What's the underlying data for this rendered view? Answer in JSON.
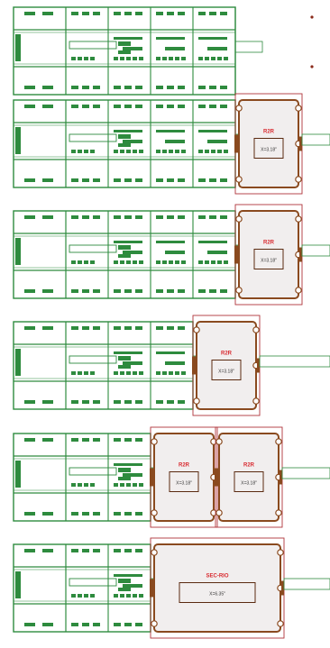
{
  "rows": [
    {
      "id": 1,
      "modules": 4,
      "extensions": []
    },
    {
      "id": 2,
      "modules": 4,
      "extensions": [
        {
          "type": "R2R",
          "label": "R2R",
          "dim": "X=3.18\""
        }
      ]
    },
    {
      "id": 3,
      "modules": 4,
      "extensions": [
        {
          "type": "R2R",
          "label": "R2R",
          "dim": "X=3.18\""
        }
      ]
    },
    {
      "id": 4,
      "modules": 3,
      "extensions": [
        {
          "type": "R2R",
          "label": "R2R",
          "dim": "X=3.18\""
        }
      ]
    },
    {
      "id": 5,
      "modules": 2,
      "extensions": [
        {
          "type": "R2R",
          "label": "R2R",
          "dim": "X=3.18\""
        },
        {
          "type": "R2R",
          "label": "R2R",
          "dim": "X=3.18\""
        }
      ]
    },
    {
      "id": 6,
      "modules": 2,
      "extensions": [
        {
          "type": "SEC-RIO",
          "label": "SEC-RIO",
          "dim": "X=6.35\""
        }
      ]
    }
  ],
  "colors": {
    "controller": "#2e8b3e",
    "enclosure_fill": "#f1eeee",
    "enclosure_stroke": "#8a4a1f",
    "outline": "#b0343a",
    "label_red": "#d8282e"
  }
}
